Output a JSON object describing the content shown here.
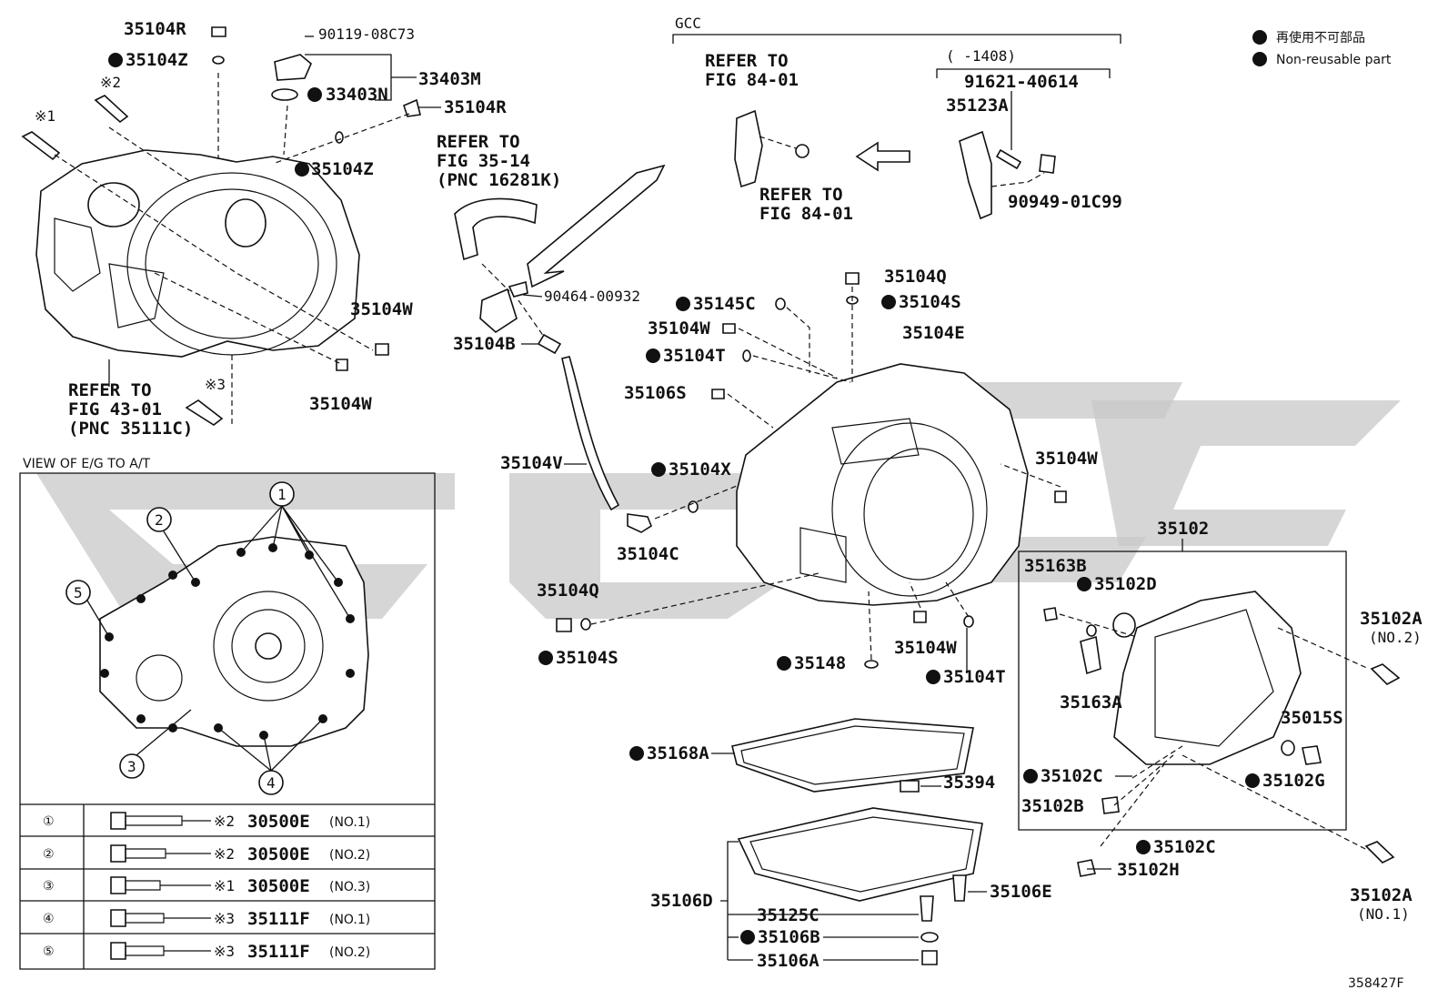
{
  "legend": {
    "line1": "再使用不可部品",
    "line2": "Non-reusable part"
  },
  "gcc": {
    "label": "GCC",
    "date_range": "(      -1408)",
    "refer_1": "REFER TO",
    "refer_1b": "FIG 84-01",
    "refer_2": "REFER TO",
    "refer_2b": "FIG 84-01",
    "bolt": "91621-40614",
    "bracket": "35123A",
    "clip": "90949-01C99"
  },
  "top_left": {
    "p1": "35104R",
    "p2": "35104Z",
    "p3": "90119-08C73",
    "p4": "33403M",
    "p5": "33403N",
    "p6": "35104R",
    "p7": "35104Z",
    "mark2": "※2",
    "mark1": "※1",
    "mark3": "※3",
    "p8": "35104W",
    "p9": "35104W",
    "refer_a": "REFER TO",
    "refer_b": "FIG 43-01",
    "refer_c": "(PNC 35111C)"
  },
  "hose": {
    "refer_a": "REFER TO",
    "refer_b": "FIG 35-14",
    "refer_c": "(PNC 16281K)",
    "clamp": "90464-00932",
    "p1": "35104B",
    "p2": "35104V",
    "p3": "35104C",
    "p4": "35104X"
  },
  "center": {
    "p1": "35104Q",
    "p2": "35104S",
    "p3": "35145C",
    "p4": "35104W",
    "p5": "35104E",
    "p6": "35104T",
    "p7": "35106S",
    "p8": "35104W",
    "p9": "35104Q",
    "p10": "35104S",
    "p11": "35148",
    "p12": "35104W",
    "p13": "35104T"
  },
  "pan": {
    "gasket": "35168A",
    "magnet": "35394",
    "pan": "35106D",
    "bolt": "35106E",
    "plug": "35125C",
    "washer": "35106B",
    "drain": "35106A"
  },
  "cover": {
    "group": "35102",
    "p1": "35163B",
    "p2": "35102D",
    "p3": "35102A",
    "p3n": "(NO.2)",
    "p4": "35163A",
    "p5": "35015S",
    "p6": "35102C",
    "p7": "35102G",
    "p8": "35102B",
    "p9": "35102C",
    "p10": "35102H",
    "p11": "35102A",
    "p11n": "(NO.1)"
  },
  "view": {
    "title": "VIEW OF E/G TO A/T",
    "callouts": [
      "1",
      "2",
      "3",
      "4",
      "5"
    ],
    "rows": [
      {
        "num": "①",
        "mark": "※2",
        "part": "30500E",
        "no": "(NO.1)"
      },
      {
        "num": "②",
        "mark": "※2",
        "part": "30500E",
        "no": "(NO.2)"
      },
      {
        "num": "③",
        "mark": "※1",
        "part": "30500E",
        "no": "(NO.3)"
      },
      {
        "num": "④",
        "mark": "※3",
        "part": "35111F",
        "no": "(NO.1)"
      },
      {
        "num": "⑤",
        "mark": "※3",
        "part": "35111F",
        "no": "(NO.2)"
      }
    ]
  },
  "footer": {
    "code": "358427F"
  }
}
